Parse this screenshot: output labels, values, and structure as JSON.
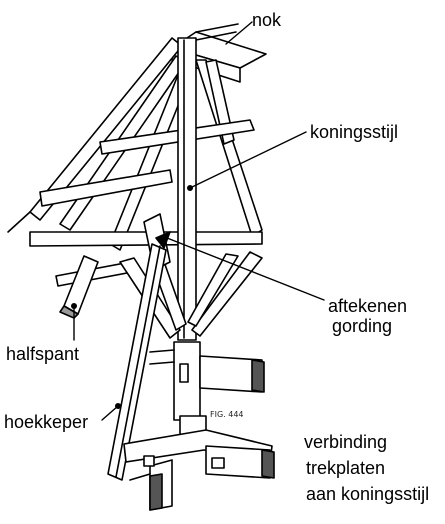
{
  "labels": {
    "nok": "nok",
    "koningsstijl": "koningsstijl",
    "aftekenen": "aftekenen",
    "gording": "gording",
    "halfspant": "halfspant",
    "hoekkeper": "hoekkeper",
    "caption_line1": "verbinding",
    "caption_line2": "trekplaten",
    "caption_line3": "aan koningsstijl"
  },
  "figure_mark": "FIG. 444",
  "colors": {
    "ink": "#000000",
    "paper": "#ffffff",
    "shade": "#555555"
  }
}
